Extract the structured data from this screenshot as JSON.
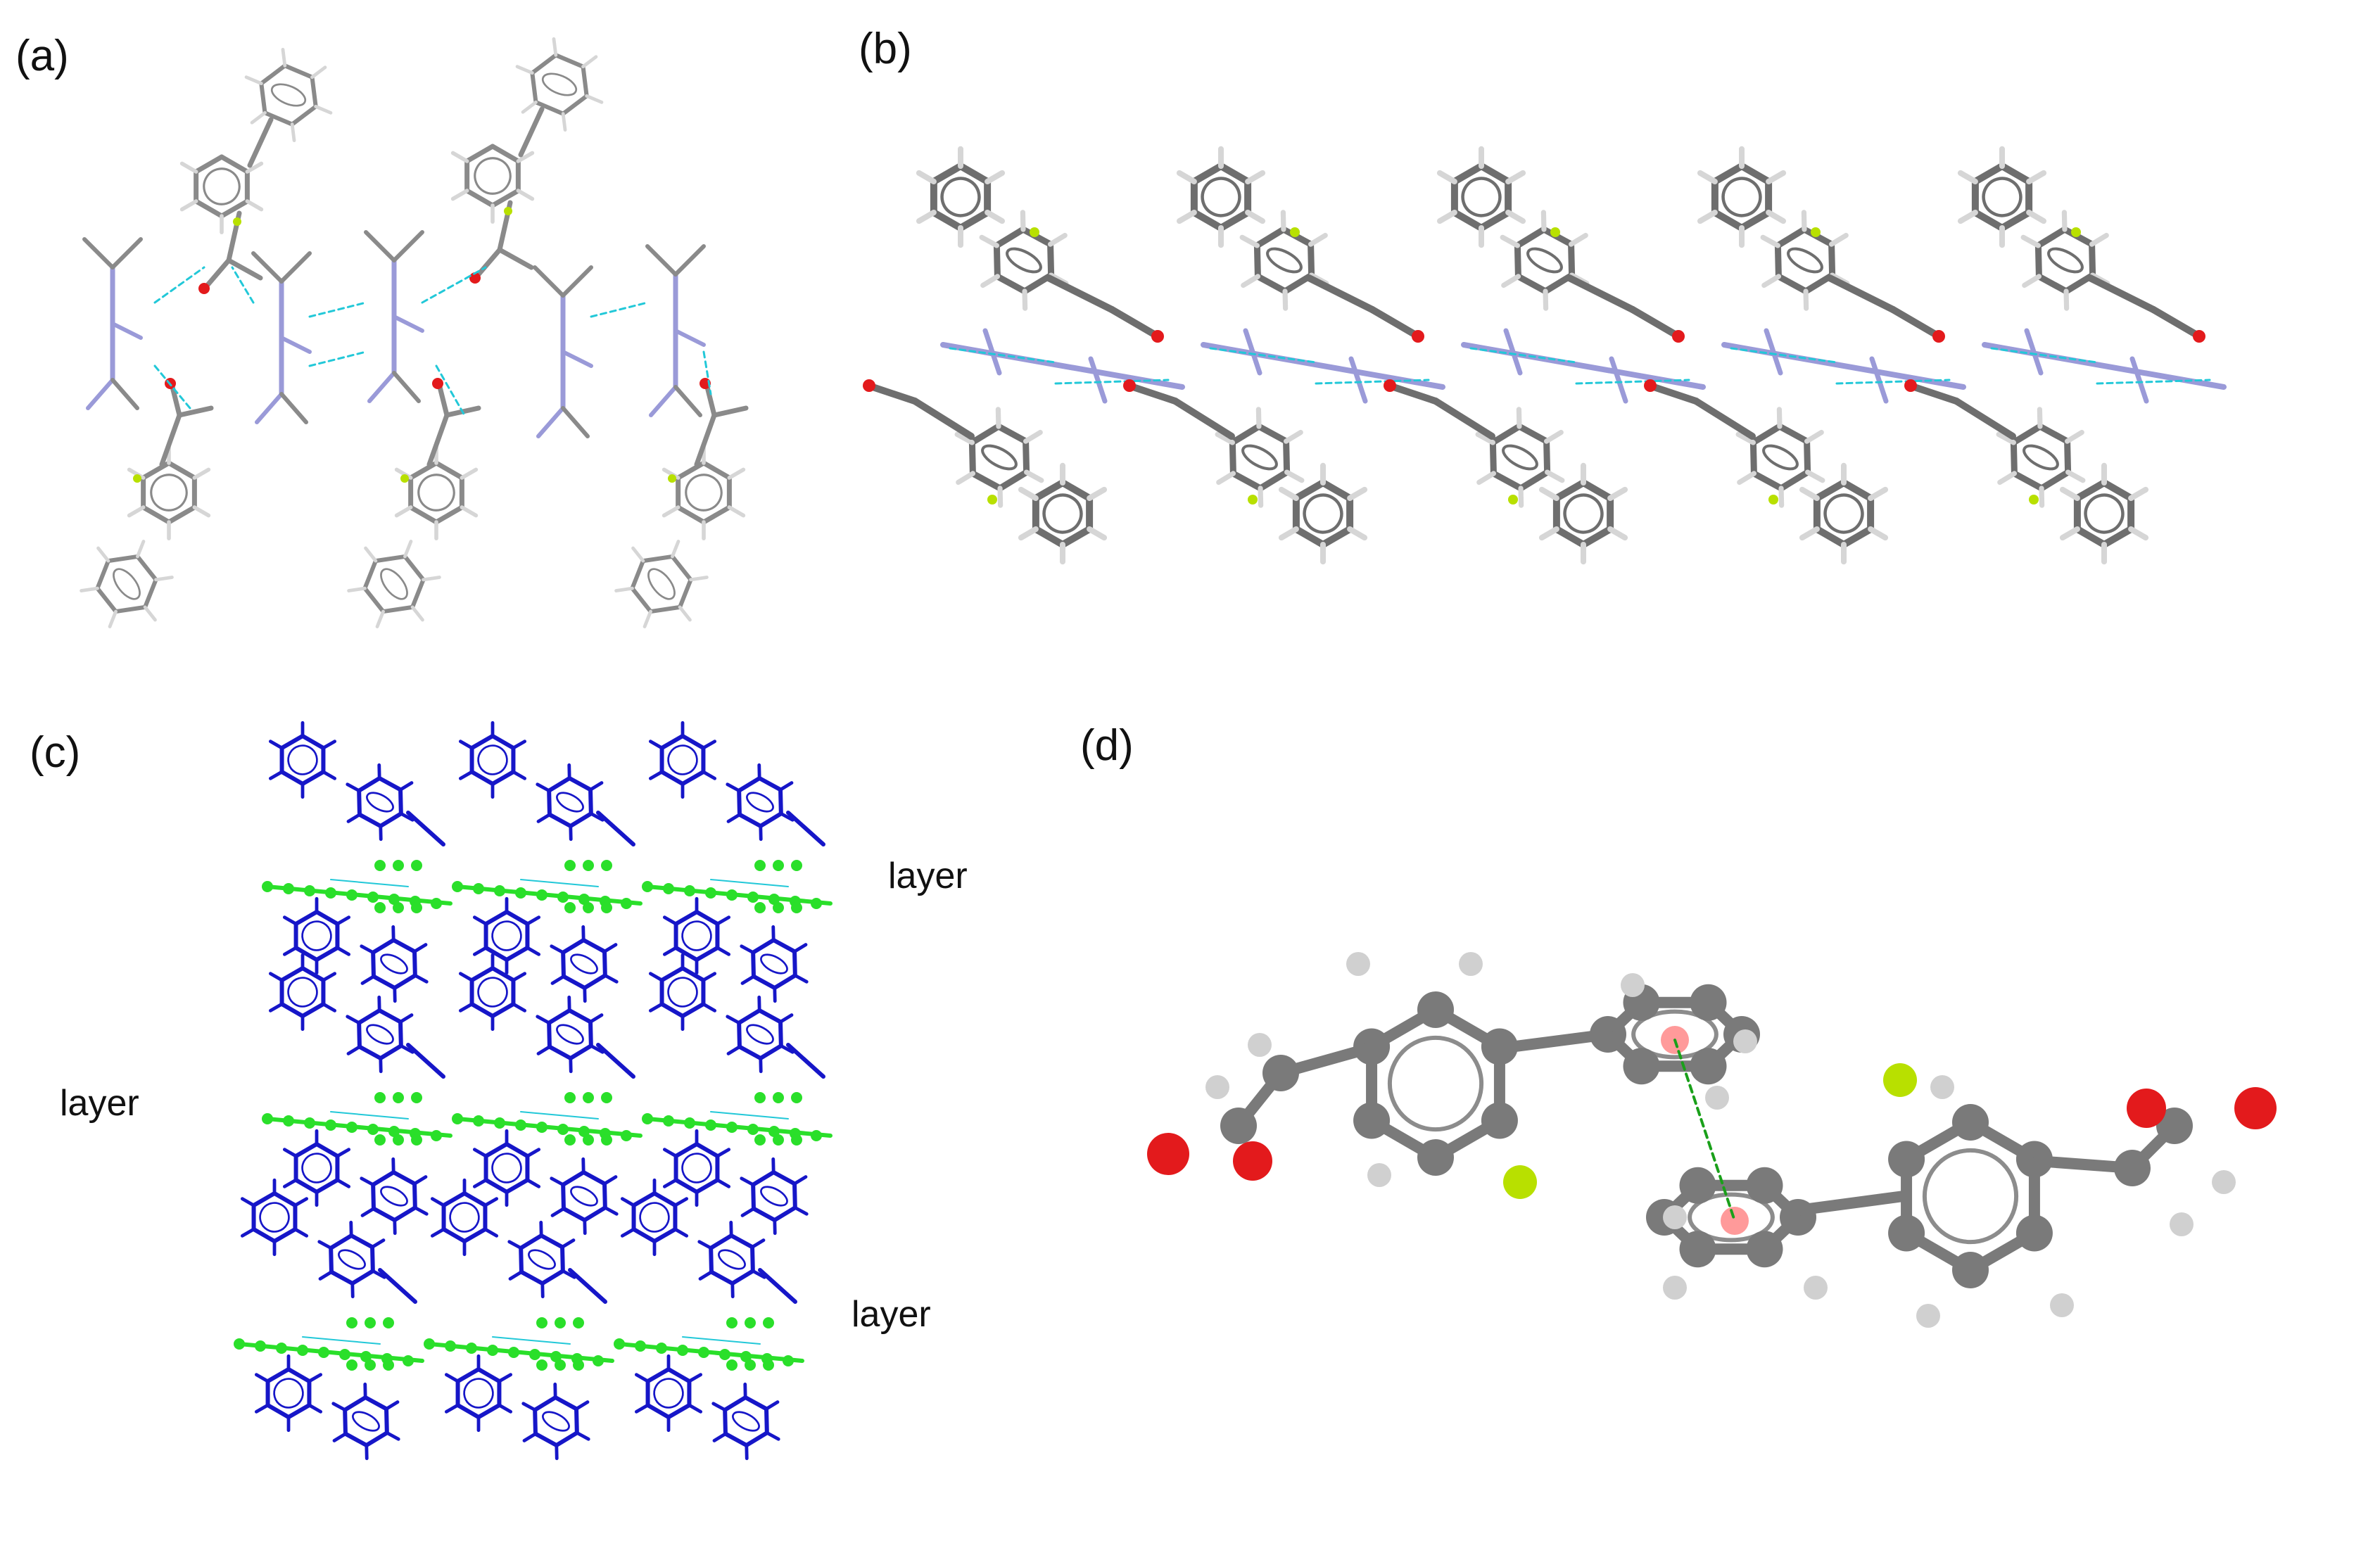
{
  "panels": [
    {
      "id": "a",
      "label": "(a)"
    },
    {
      "id": "b",
      "label": "(b)"
    },
    {
      "id": "c",
      "label": "(c)",
      "annotations": [
        "layer",
        "layer",
        "layer"
      ]
    },
    {
      "id": "d",
      "label": "(d)"
    }
  ],
  "colors": {
    "carbon": "#7d7d7d",
    "hydrogen": "#d6d6d6",
    "nitrogen": "#9a9ad8",
    "oxygen": "#e31a1c",
    "fluorine": "#b8e000",
    "hbond": "#22c8d8",
    "anion_layer": "#1616c8",
    "cation_layer": "#2adf2a",
    "centroid": "#ff9a9a",
    "pi_contact": "#1aa01a"
  },
  "icons": [
    "crystal-packing-a",
    "hbond-chain-b",
    "layer-packing-c",
    "pi-stacking-d"
  ]
}
